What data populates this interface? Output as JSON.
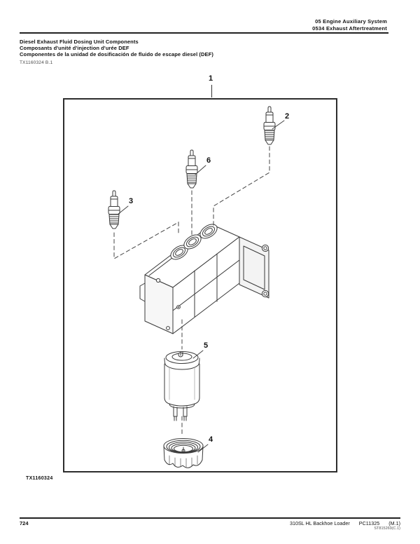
{
  "header": {
    "line1": "05 Engine Auxiliary System",
    "line2": "0534 Exhaust Aftertreatment"
  },
  "title": {
    "en": "Diesel Exhaust Fluid Dosing Unit Components",
    "fr": "Composants d'unité d'injection d'urée DEF",
    "es": "Componentes de la unidad de dosificación de fluido de escape diesel (DEF)",
    "figure_ref": "TX1160324 B.1"
  },
  "figure": {
    "id": "TX1160324",
    "callouts": {
      "c1": "1",
      "c2": "2",
      "c3": "3",
      "c4": "4",
      "c5": "5",
      "c6": "6"
    }
  },
  "footer": {
    "page_number": "724",
    "doc_title": "310SL HL Backhoe Loader",
    "doc_number": "PC11325",
    "revision": "(M.1)",
    "print_code": "ST815269(C.1)"
  },
  "colors": {
    "line": "#3a3a3a",
    "rule": "#222222",
    "text": "#111111"
  }
}
